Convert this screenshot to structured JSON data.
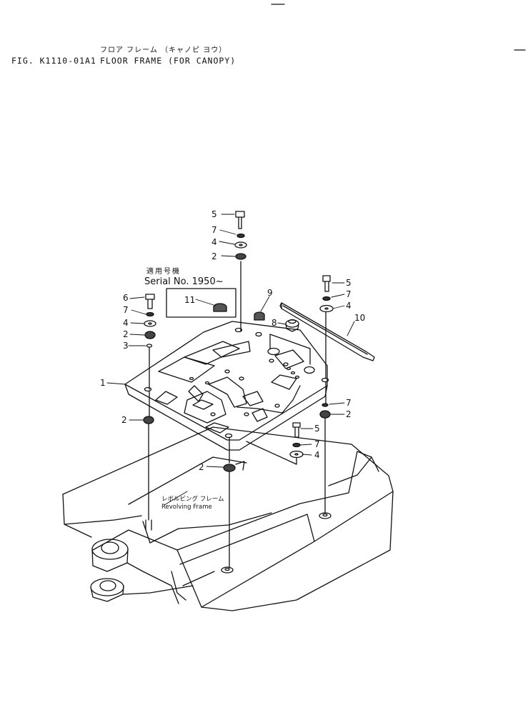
{
  "header": {
    "fig_code": "FIG. K1110-01A1",
    "title_jp": "フロア フレーム （キャノピ ヨウ）",
    "title_en": "FLOOR FRAME  (FOR CANOPY)"
  },
  "serial": {
    "label_jp": "適用号機",
    "label_en": "Serial No. 1950~"
  },
  "frame_label": {
    "jp": "レボルビング フレーム",
    "en": "Revolving Frame"
  },
  "callouts": {
    "c1": "1",
    "c2a": "2",
    "c2b": "2",
    "c2c": "2",
    "c2d": "2",
    "c2e": "2",
    "c3": "3",
    "c4a": "4",
    "c4b": "4",
    "c4c": "4",
    "c4d": "4",
    "c5a": "5",
    "c5b": "5",
    "c5c": "5",
    "c6": "6",
    "c7a": "7",
    "c7b": "7",
    "c7c": "7",
    "c7d": "7",
    "c7e": "7",
    "c8": "8",
    "c9": "9",
    "c10": "10",
    "c11": "11"
  }
}
